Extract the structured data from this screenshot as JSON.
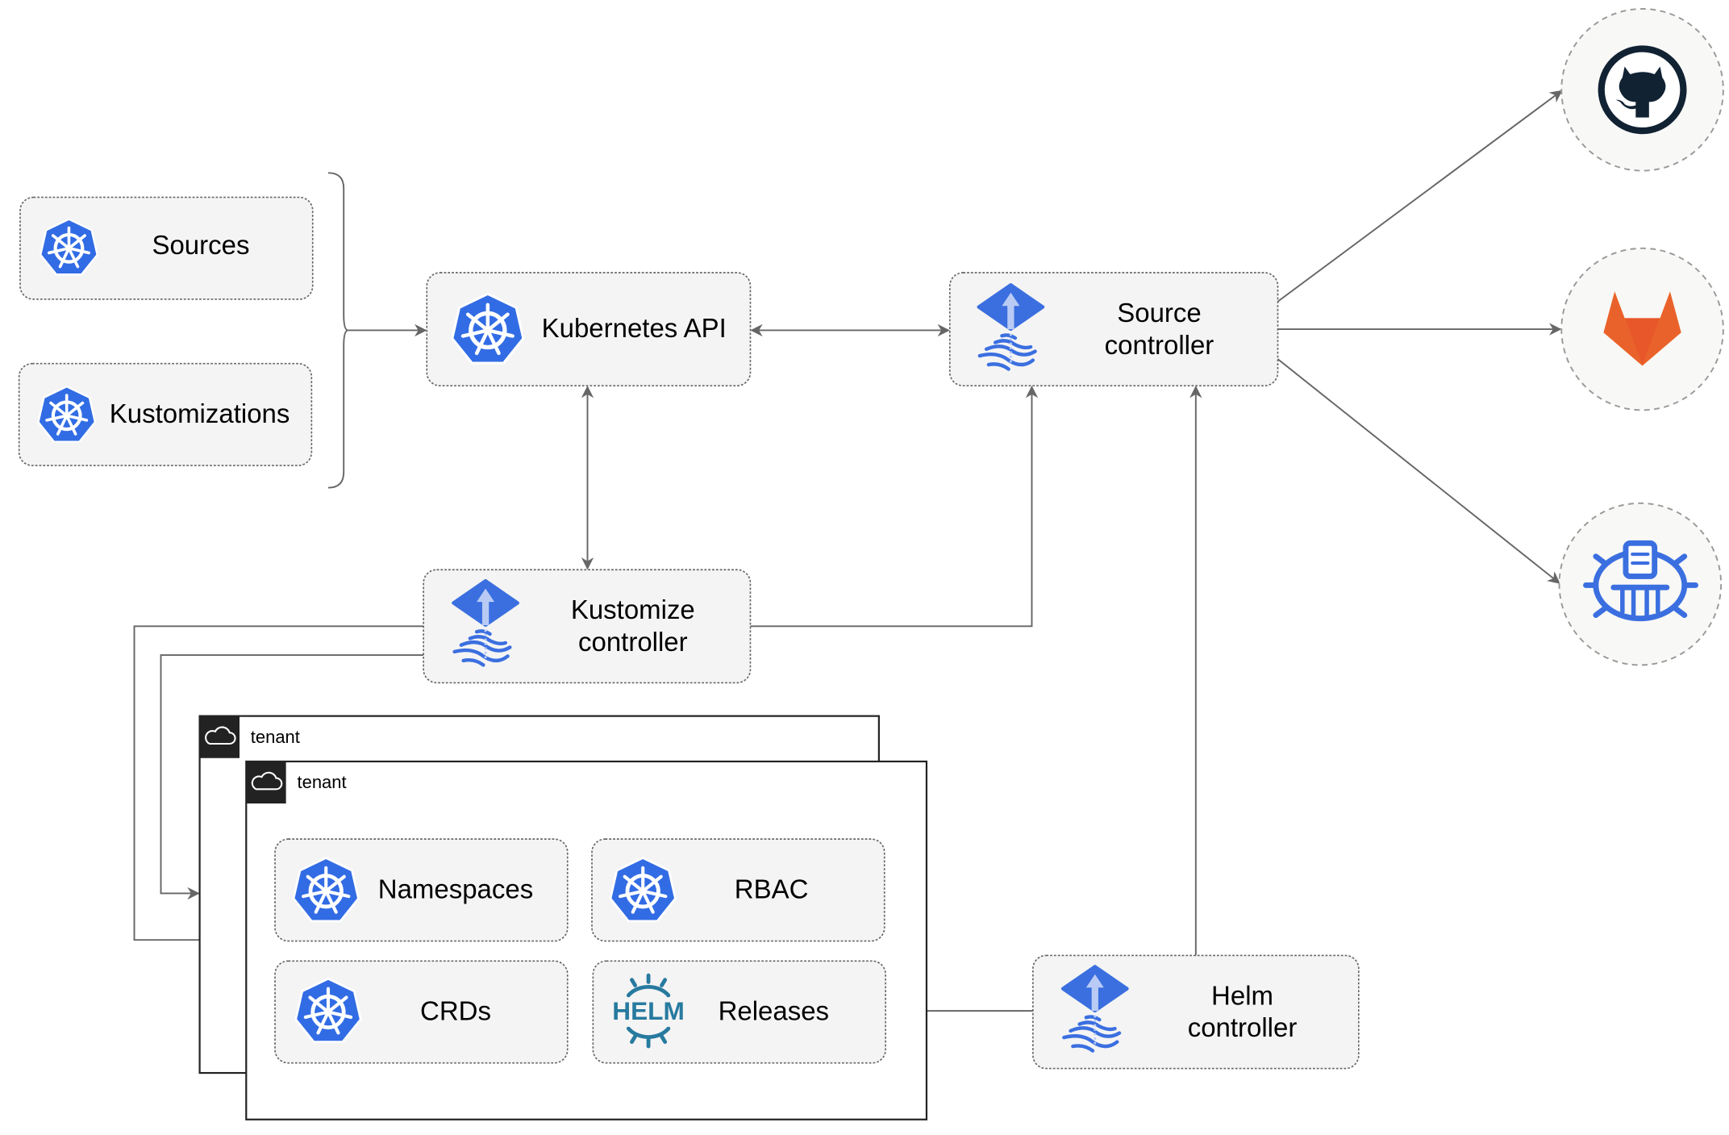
{
  "nodes": {
    "sources": "Sources",
    "kustomizations": "Kustomizations",
    "kubernetes_api": "Kubernetes API",
    "source_controller": [
      "Source",
      "controller"
    ],
    "kustomize_controller": [
      "Kustomize",
      "controller"
    ],
    "helm_controller": [
      "Helm",
      "controller"
    ],
    "namespaces": "Namespaces",
    "rbac": "RBAC",
    "crds": "CRDs",
    "releases": "Releases"
  },
  "tenants": [
    "tenant",
    "tenant"
  ],
  "helm_logo_text": "HELM",
  "external_sources": [
    "github-icon",
    "gitlab-icon",
    "helm-repository-icon"
  ],
  "colors": {
    "kubernetes_blue": "#326CE5",
    "flux_blue": "#3B6FE0",
    "helm_blue": "#277A9F",
    "github_dark": "#112233",
    "gitlab_orange": "#E8572A",
    "gitlab_yellow": "#F9A234",
    "edge": "#666666"
  }
}
